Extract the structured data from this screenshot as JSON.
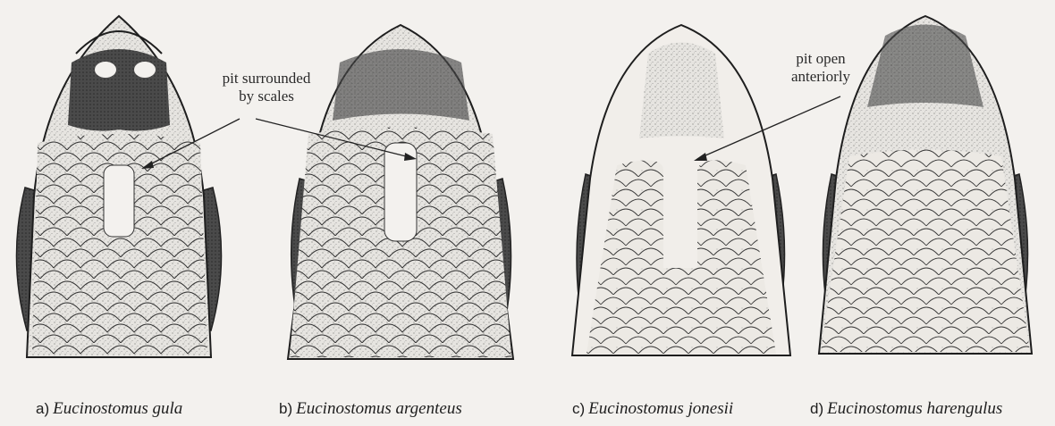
{
  "annotations": {
    "pit_surrounded": "pit surrounded\nby scales",
    "pit_open": "pit open\nanteriorly"
  },
  "species": [
    {
      "letter": "a)",
      "name": "Eucinostomus gula"
    },
    {
      "letter": "b)",
      "name": "Eucinostomus argenteus"
    },
    {
      "letter": "c)",
      "name": "Eucinostomus jonesii"
    },
    {
      "letter": "d)",
      "name": "Eucinostomus harengulus"
    }
  ],
  "colors": {
    "ink": "#1e1e1e",
    "paper": "#f3f1ee",
    "stipple": "#6b6b6b"
  }
}
